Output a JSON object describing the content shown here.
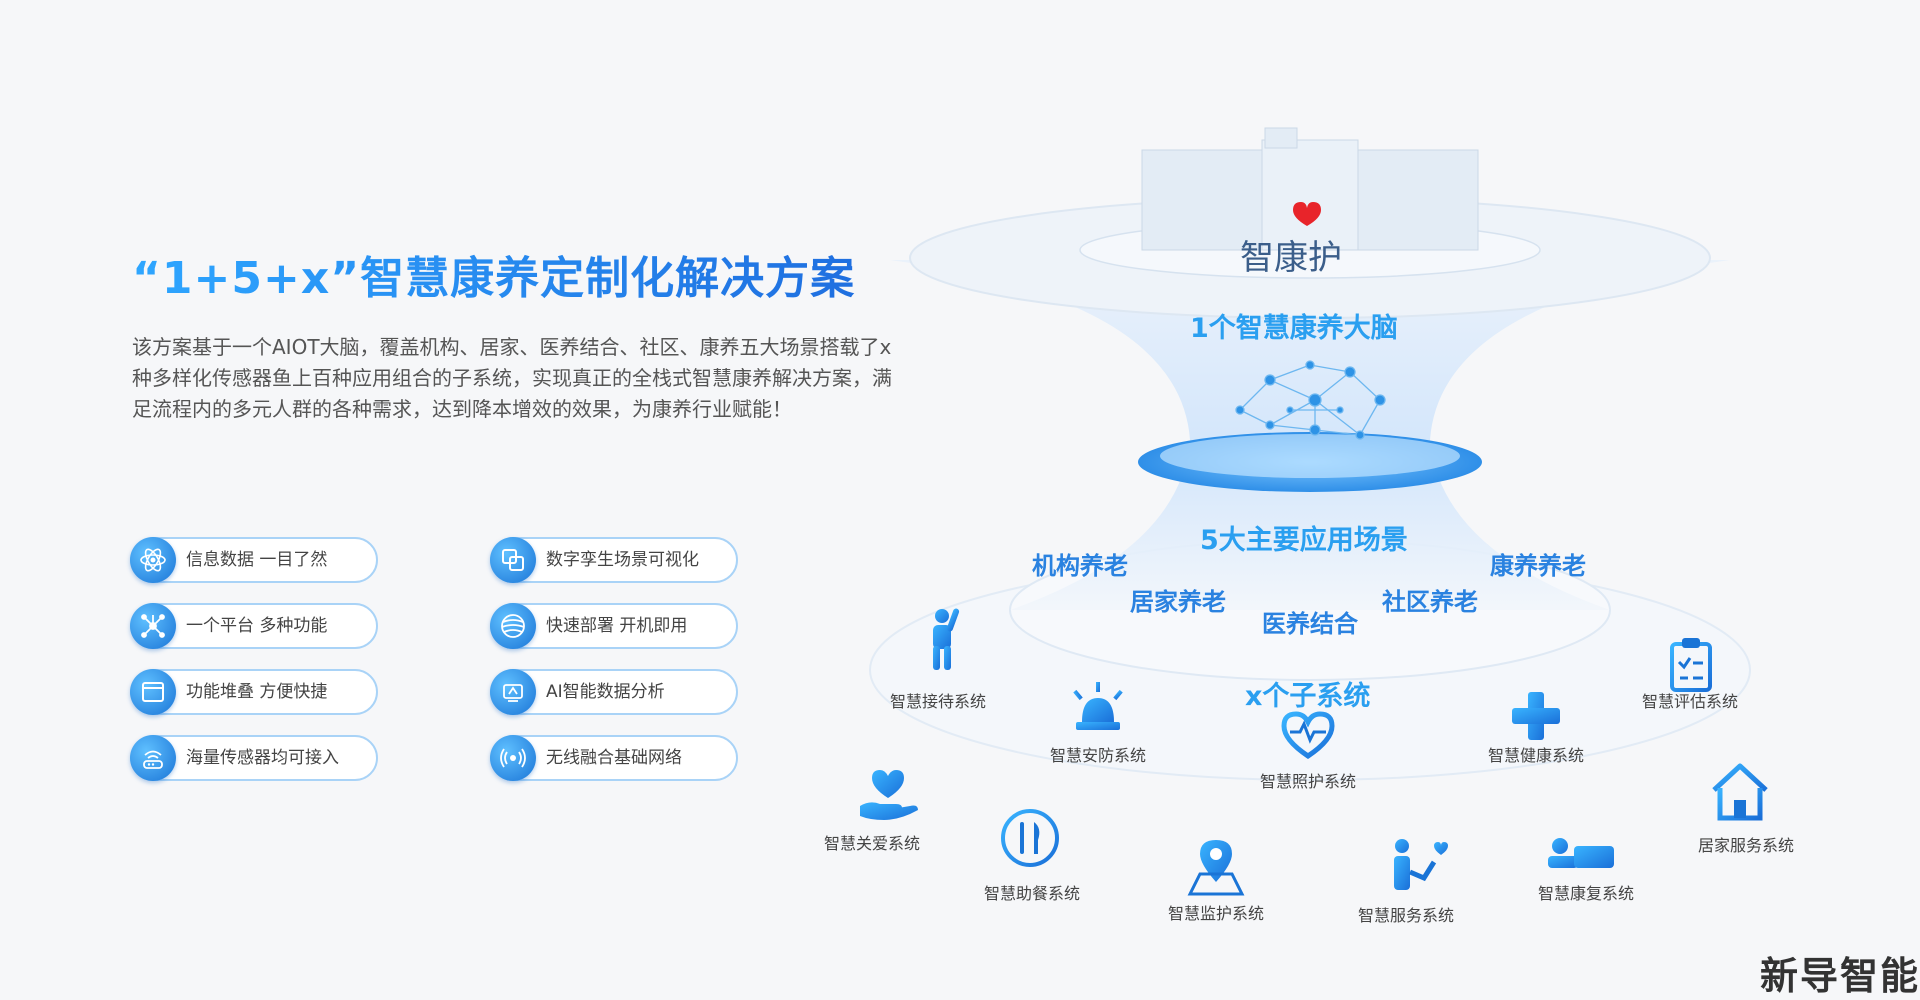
{
  "title": "“1+5+x”智慧康养定制化解决方案",
  "description": "该方案基于一个AIOT大脑，覆盖机构、居家、医养结合、社区、康养五大场景搭载了x种多样化传感器鱼上百种应用组合的子系统，实现真正的全栈式智慧康养解决方案，满足流程内的多元人群的各种需求，达到降本增效的效果，为康养行业赋能！",
  "features": [
    {
      "label": "信息数据 一目了然",
      "icon": "atom-icon"
    },
    {
      "label": "数字孪生场景可视化",
      "icon": "layers-icon"
    },
    {
      "label": "一个平台 多种功能",
      "icon": "network-icon"
    },
    {
      "label": "快速部署 开机即用",
      "icon": "globe-icon"
    },
    {
      "label": "功能堆叠 方便快捷",
      "icon": "window-icon"
    },
    {
      "label": "AI智能数据分析",
      "icon": "ai-chip-icon"
    },
    {
      "label": "海量传感器均可接入",
      "icon": "wifi-router-icon"
    },
    {
      "label": "无线融合基础网络",
      "icon": "signal-icon"
    }
  ],
  "diagram": {
    "logo_text": "智康护",
    "brain_label": "1个智慧康养大脑",
    "scenes_label": "5大主要应用场景",
    "scenes": [
      "机构养老",
      "居家养老",
      "医养结合",
      "社区养老",
      "康养养老"
    ],
    "subsystems_label": "x个子系统",
    "systems": [
      {
        "label": "智慧接待系统",
        "icon": "reception-person-icon"
      },
      {
        "label": "智慧安防系统",
        "icon": "alarm-light-icon"
      },
      {
        "label": "智慧照护系统",
        "icon": "heart-pulse-icon"
      },
      {
        "label": "智慧健康系统",
        "icon": "medical-cross-icon"
      },
      {
        "label": "智慧评估系统",
        "icon": "clipboard-check-icon"
      },
      {
        "label": "智慧关爱系统",
        "icon": "hand-heart-icon"
      },
      {
        "label": "智慧助餐系统",
        "icon": "fork-knife-icon"
      },
      {
        "label": "智慧监护系统",
        "icon": "map-pin-icon"
      },
      {
        "label": "智慧服务系统",
        "icon": "service-person-icon"
      },
      {
        "label": "智慧康复系统",
        "icon": "rehab-bed-icon"
      },
      {
        "label": "居家服务系统",
        "icon": "house-icon"
      }
    ]
  },
  "brand": "新导智能",
  "colors": {
    "accent": "#2a9ff0",
    "accent_dark": "#1a74d6",
    "border": "#a9d3f7"
  }
}
